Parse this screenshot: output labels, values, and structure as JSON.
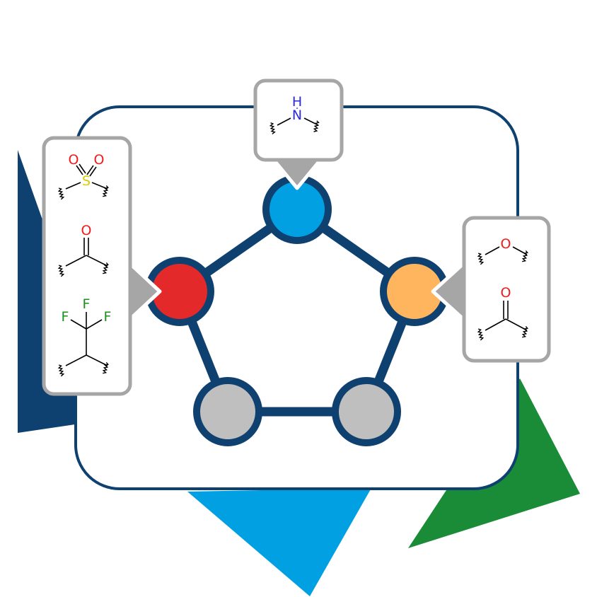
{
  "colors": {
    "navy": "#0f4170",
    "blue": "#00a0e3",
    "green": "#1a8c38",
    "red": "#e4292b",
    "orange": "#ffb55e",
    "gray": "#bfbfbf",
    "callout_border": "#a6a6a6",
    "nitrogen": "#2a2ae0",
    "oxygen": "#ee1c1c",
    "sulfur": "#d9cc00",
    "fluorine": "#1d8f1d"
  },
  "ring": {
    "nodes": [
      {
        "id": "top",
        "fill": "blue"
      },
      {
        "id": "right",
        "fill": "orange"
      },
      {
        "id": "bottom-right",
        "fill": "gray"
      },
      {
        "id": "bottom-left",
        "fill": "gray"
      },
      {
        "id": "left",
        "fill": "red"
      }
    ]
  },
  "callouts": {
    "top": {
      "fragments": [
        {
          "name": "nh-amine",
          "atoms": [
            "H",
            "N"
          ]
        }
      ]
    },
    "left": {
      "fragments": [
        {
          "name": "sulfonyl",
          "atoms": [
            "O",
            "O",
            "S"
          ]
        },
        {
          "name": "carbonyl",
          "atoms": [
            "O"
          ]
        },
        {
          "name": "trifluoromethyl",
          "atoms": [
            "F",
            "F",
            "F"
          ]
        }
      ]
    },
    "right": {
      "fragments": [
        {
          "name": "ether",
          "atoms": [
            "O"
          ]
        },
        {
          "name": "carbonyl",
          "atoms": [
            "O"
          ]
        }
      ]
    }
  }
}
